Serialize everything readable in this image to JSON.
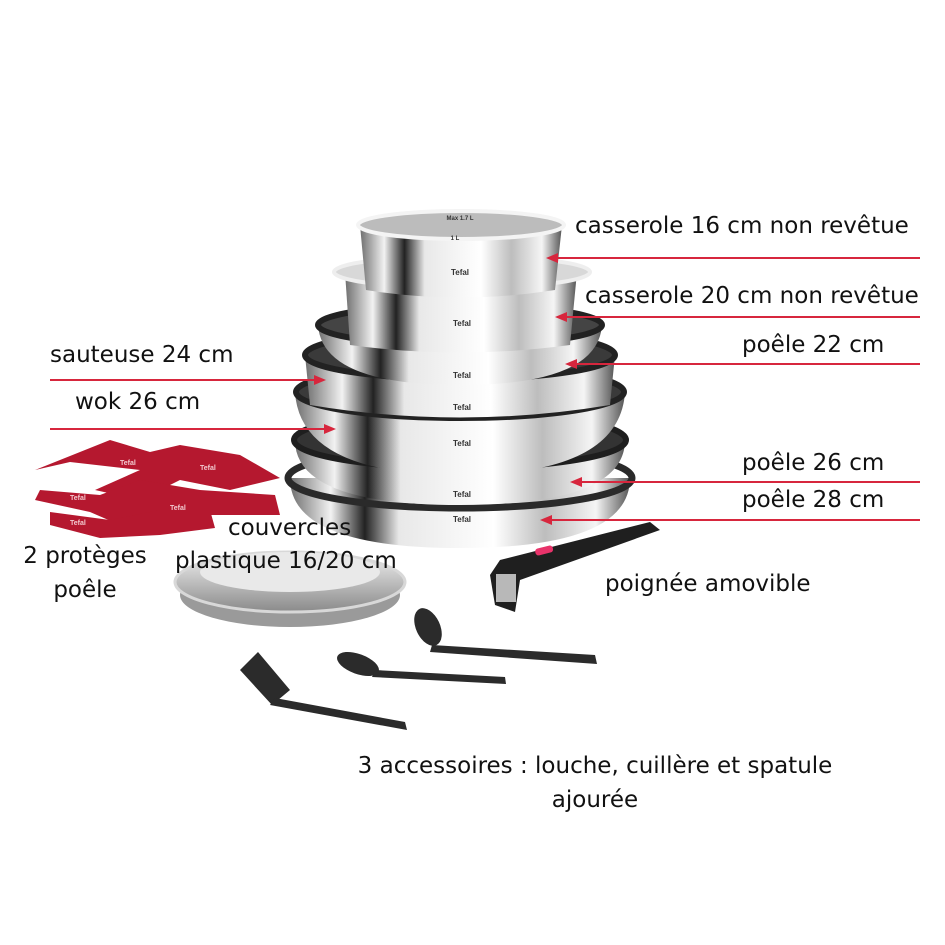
{
  "brand": "Tefal",
  "pan_markings": {
    "max": "Max 1.7 L",
    "level": "1 L"
  },
  "labels": {
    "casserole16": "casserole 16 cm non revêtue",
    "casserole20": "casserole 20 cm non revêtue",
    "poele22": "poêle 22 cm",
    "sauteuse24": "sauteuse 24 cm",
    "wok26": "wok 26 cm",
    "poele26": "poêle 26 cm",
    "poele28": "poêle 28 cm",
    "couvercles_1": "couvercles",
    "couvercles_2": "plastique 16/20 cm",
    "proteges_1": "2 protèges",
    "proteges_2": "poêle",
    "poignee": "poignée amovible",
    "accessoires_1": "3 accessoires : louche, cuillère et spatule",
    "accessoires_2": "ajourée"
  },
  "colors": {
    "pointer": "#d7263d",
    "protector": "#b5182f",
    "steel": "#c9c9c9",
    "rim": "#2a2a2a"
  }
}
